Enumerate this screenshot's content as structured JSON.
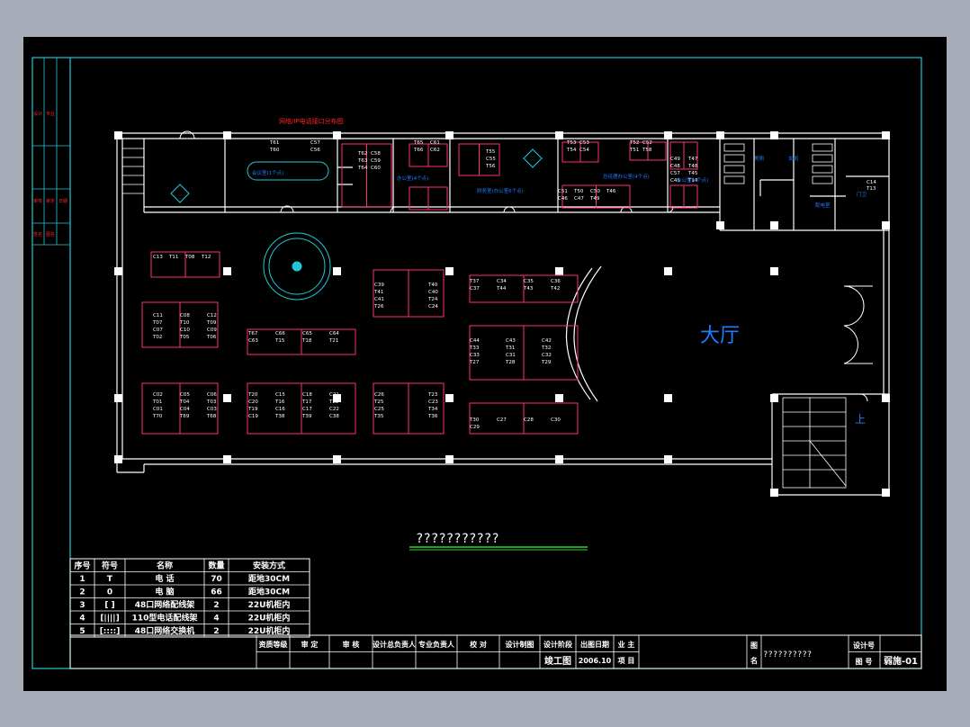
{
  "colors": {
    "background": "#a7adb8",
    "sheet": "#000000",
    "frame": "#22c8d6",
    "wall": "#ffffff",
    "room_label": "#1e7cff",
    "desk": "#ff2f6e",
    "device": "#18d0dc",
    "title_text": "#ffffff",
    "red_note": "#ff2222",
    "green_line": "#2ad52a"
  },
  "drawing": {
    "red_note": "网络/IP电话接口分布图",
    "hall_label": "大厅",
    "stairs_up_label": "上",
    "caption": "???????????",
    "side_rows": [
      [
        "设计",
        "专业"
      ],
      [
        "审核",
        "审定",
        "日期"
      ],
      [
        "签名",
        "图名"
      ]
    ],
    "rooms": [
      {
        "name": "会议室(1个点)",
        "icon": "conference-table"
      },
      {
        "name": "办公室(4个点)",
        "icon": "office"
      },
      {
        "name": "财务室(办公室6个点)",
        "icon": "office"
      },
      {
        "name": "总经理办公室(4个点)",
        "icon": "office"
      },
      {
        "name": "办公室(4个点)",
        "icon": "office"
      },
      {
        "name": "男厕",
        "icon": "toilet"
      },
      {
        "name": "女厕",
        "icon": "toilet"
      },
      {
        "name": "门卫",
        "icon": "guard"
      },
      {
        "name": "配电室",
        "icon": "room"
      }
    ],
    "desk_labels": [
      "T61",
      "C57",
      "T60",
      "C56",
      "T62",
      "C58",
      "T63",
      "C59",
      "T64",
      "C60",
      "T65",
      "C61",
      "T66",
      "C62",
      "T55",
      "C55",
      "T56",
      "T53",
      "C53",
      "T54",
      "C54",
      "T52",
      "C52",
      "T51",
      "T58",
      "C51",
      "T50",
      "C50",
      "T46",
      "C46",
      "C47",
      "T49",
      "C49",
      "T47",
      "C48",
      "T48",
      "C57",
      "T45",
      "C45",
      "T14",
      "C14",
      "T13",
      "C13",
      "T11",
      "T08",
      "T12",
      "C11",
      "C08",
      "C12",
      "T07",
      "T10",
      "T09",
      "C07",
      "C10",
      "C09",
      "T02",
      "T05",
      "T06",
      "C02",
      "C05",
      "C06",
      "T01",
      "T04",
      "T03",
      "C01",
      "C04",
      "C03",
      "T70",
      "T69",
      "T68",
      "T67",
      "C66",
      "C65",
      "C64",
      "C63",
      "T15",
      "T18",
      "T21",
      "T20",
      "C15",
      "C18",
      "C21",
      "C20",
      "T16",
      "T17",
      "T22",
      "T19",
      "C16",
      "C17",
      "C22",
      "C19",
      "T38",
      "T39",
      "C38",
      "C39",
      "T40",
      "T41",
      "C40",
      "C41",
      "T24",
      "T26",
      "C24",
      "C26",
      "T23",
      "T25",
      "C23",
      "C25",
      "T34",
      "T35",
      "T36",
      "T37",
      "C34",
      "C35",
      "C36",
      "C37",
      "T44",
      "T43",
      "T42",
      "C44",
      "C43",
      "C42",
      "T33",
      "T31",
      "T32",
      "C33",
      "C31",
      "C32",
      "T27",
      "T28",
      "T29",
      "T30",
      "C27",
      "C28",
      "C30",
      "C29"
    ]
  },
  "legend": {
    "headers": [
      "序号",
      "符号",
      "名称",
      "数量",
      "安装方式"
    ],
    "rows": [
      {
        "no": "1",
        "symbol": "T",
        "name": "电  话",
        "qty": "70",
        "install": "距地30CM"
      },
      {
        "no": "2",
        "symbol": "0",
        "name": "电  脑",
        "qty": "66",
        "install": "距地30CM"
      },
      {
        "no": "3",
        "symbol": "[ ]",
        "name": "48口网络配线架",
        "qty": "2",
        "install": "22U机柜内"
      },
      {
        "no": "4",
        "symbol": "[||||]",
        "name": "110型电话配线架",
        "qty": "4",
        "install": "22U机柜内"
      },
      {
        "no": "5",
        "symbol": "[::::]",
        "name": "48口网络交换机",
        "qty": "2",
        "install": "22U机柜内"
      }
    ]
  },
  "title_block": {
    "labels": [
      "资质等级",
      "审 定",
      "审 核",
      "设计总负责人",
      "专业负责人",
      "校 对",
      "设计制图",
      "设计阶段",
      "出图日期",
      "业 主"
    ],
    "stage": "竣工图",
    "date": "2006.10",
    "project_label": "项 目",
    "drawing_name_label_1": "图",
    "drawing_name_label_2": "名",
    "drawing_name": "??????????",
    "design_no_label": "设计号",
    "drawing_no_label": "图 号",
    "drawing_no": "弱施-01"
  }
}
